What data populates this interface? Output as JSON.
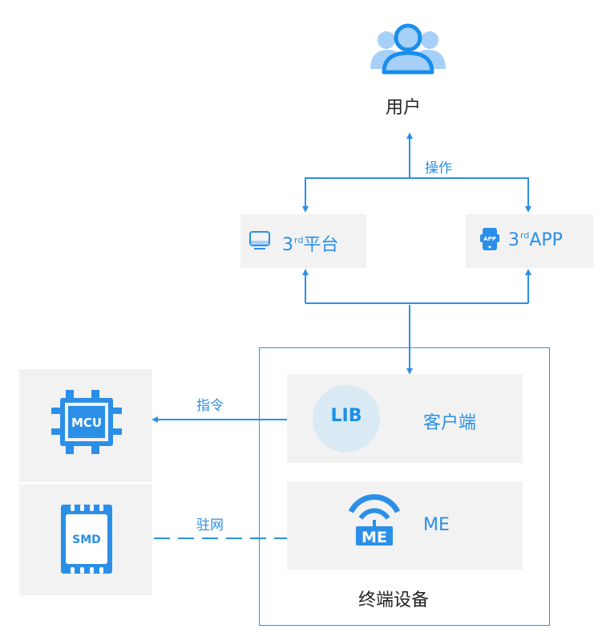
{
  "user": {
    "label": "用户",
    "icon": "users-icon"
  },
  "edges": {
    "operate": "操作",
    "command": "指令",
    "attach": "驻网"
  },
  "platform": {
    "prefix": "3",
    "sup": "rd",
    "name": "平台",
    "icon": "monitor-icon"
  },
  "app": {
    "prefix": "3",
    "sup": "rd",
    "name": "APP",
    "icon": "phone-app-icon",
    "icon_text": "APP"
  },
  "mcu": {
    "icon_text": "MCU"
  },
  "smd": {
    "icon_text": "SMD"
  },
  "terminal": {
    "title": "终端设备",
    "client": {
      "lib_text": "LIB",
      "label": "客户端"
    },
    "me": {
      "label": "ME",
      "icon_text": "ME"
    }
  },
  "colors": {
    "accent": "#2b8fe8",
    "box_bg": "#f2f2f2",
    "lib_circle": "#d9eaf4",
    "frame": "#1f9bd8",
    "user_light": "#a6d0f7"
  }
}
